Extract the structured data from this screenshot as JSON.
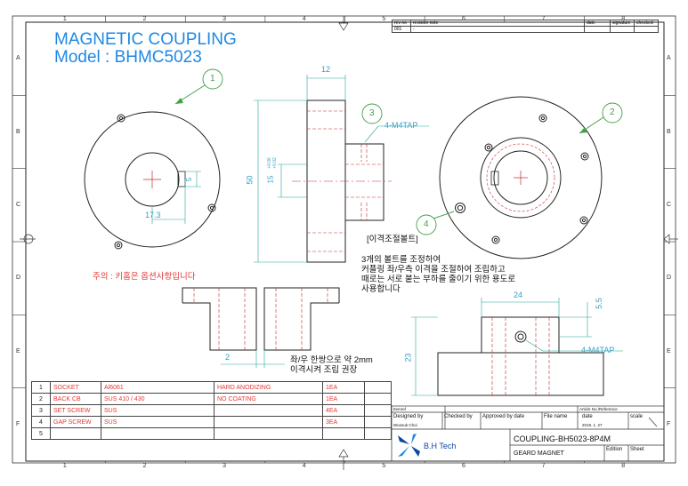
{
  "title": {
    "line1": "MAGNETIC COUPLING",
    "line2": "Model : BHMC5023"
  },
  "grid": {
    "columns": [
      "1",
      "2",
      "3",
      "4",
      "5",
      "6",
      "7",
      "8"
    ],
    "rows": [
      "A",
      "B",
      "C",
      "D",
      "E",
      "F"
    ]
  },
  "balloons": {
    "b1": "1",
    "b2": "2",
    "b3": "3",
    "b4": "4"
  },
  "dimensions": {
    "d12": "12",
    "d50": "50",
    "d15": "15",
    "tol_upper": "+0.06",
    "tol_lower": "+0.02",
    "d5": "5",
    "d17_3": "17.3",
    "tap_top": "4-M4TAP",
    "d2": "2",
    "d24": "24",
    "d5_5": "5.5",
    "d23": "23",
    "tap_side": "4-M4TAP"
  },
  "notes": {
    "adjust_bolt": "[이격조절볼트]",
    "bolt_line1": "3개의 볼트를 조정하여",
    "bolt_line2": "커플링 좌/우측 이격을 조절하여 조립하고",
    "bolt_line3": "때로는 서로 붙는 부하를 줄이기 위한 용도로",
    "bolt_line4": "사용합니다",
    "keyway_note": "주의 : 키홈은 옵션사항입니다",
    "gap_line1": "좌/우 한쌍으로 약 2mm",
    "gap_line2": "이격시켜 조립 권장"
  },
  "bom": [
    {
      "no": "1",
      "part": "SOCKET",
      "material": "Al6061",
      "finish": "HARD ANODIZING",
      "qty": "1EA"
    },
    {
      "no": "2",
      "part": "BACK CB",
      "material": "SUS 410 / 430",
      "finish": "NO COATING",
      "qty": "1EA"
    },
    {
      "no": "3",
      "part": "SET SCREW",
      "material": "SUS",
      "finish": "",
      "qty": "4EA"
    },
    {
      "no": "4",
      "part": "GAP SCREW",
      "material": "SUS",
      "finish": "",
      "qty": "3EA"
    },
    {
      "no": "5",
      "part": "",
      "material": "",
      "finish": "",
      "qty": ""
    }
  ],
  "revision": {
    "h_rev": "rev no",
    "h_rev2": "001",
    "h_note": "revision note",
    "h_dash": "-",
    "h_date": "date",
    "h_sig": "signature",
    "h_chk": "checked"
  },
  "title_block": {
    "itemref": "Itemref",
    "article": "Article No./Reference",
    "designed_by": "Designed by",
    "designer": "Woosuk Choi",
    "checked_by": "Checked by",
    "approved_by": "Approved by date",
    "file_name": "File name",
    "date_label": "date",
    "date": "2019. 1. 27",
    "scale": "scale",
    "company": "B.H Tech",
    "drawing_no": "COUPLING-BH5023-8P4M",
    "drawing_title": "GEARD MAGNET",
    "edition": "Edition",
    "sheet": "Sheet"
  }
}
